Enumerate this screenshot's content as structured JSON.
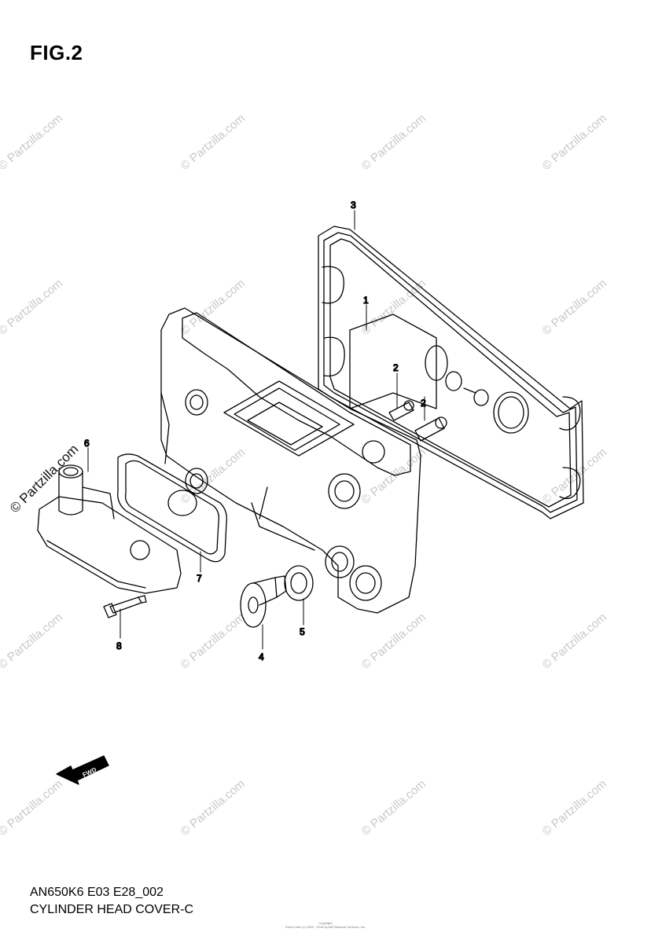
{
  "figure_label": "FIG.2",
  "diagram_code": "AN650K6 E03 E28_002",
  "caption": "CYLINDER HEAD COVER-C",
  "copyright_line1": "Copyright",
  "copyright_line2": "Parts Index (c) 2002 - 2016 by ARI Network Services, Inc.",
  "watermark": "© Partzilla.com",
  "fwd_label": "FWD",
  "callouts": [
    "1",
    "2",
    "2",
    "3",
    "4",
    "5",
    "6",
    "7",
    "8"
  ],
  "colors": {
    "line": "#000000",
    "watermark": "#c8c8c8"
  }
}
